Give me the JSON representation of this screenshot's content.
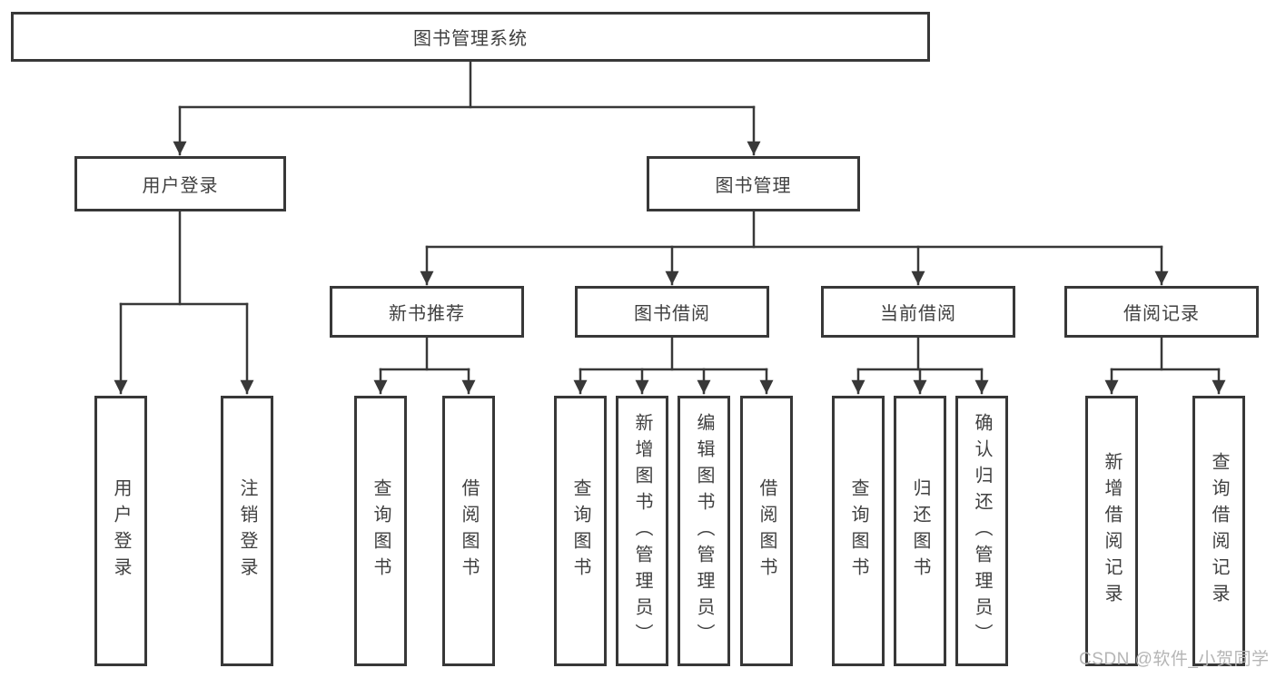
{
  "tree": {
    "label": "图书管理系统",
    "children": [
      {
        "label": "用户登录",
        "children": [
          {
            "label": "用户登录"
          },
          {
            "label": "注销登录"
          }
        ]
      },
      {
        "label": "图书管理",
        "children": [
          {
            "label": "新书推荐",
            "children": [
              {
                "label": "查询图书"
              },
              {
                "label": "借阅图书"
              }
            ]
          },
          {
            "label": "图书借阅",
            "children": [
              {
                "label": "查询图书"
              },
              {
                "label": "新增图书（管理员）"
              },
              {
                "label": "编辑图书（管理员）"
              },
              {
                "label": "借阅图书"
              }
            ]
          },
          {
            "label": "当前借阅",
            "children": [
              {
                "label": "查询图书"
              },
              {
                "label": "归还图书"
              },
              {
                "label": "确认归还（管理员）"
              }
            ]
          },
          {
            "label": "借阅记录",
            "children": [
              {
                "label": "新增借阅记录"
              },
              {
                "label": "查询借阅记录"
              }
            ]
          }
        ]
      }
    ]
  },
  "watermark": {
    "text": "CSDN @软件_小贺同学"
  },
  "colors": {
    "line": "#383838",
    "node_border": "#383838",
    "node_text": "#404040",
    "watermark": "#b5b5b5",
    "background": "#ffffff"
  }
}
